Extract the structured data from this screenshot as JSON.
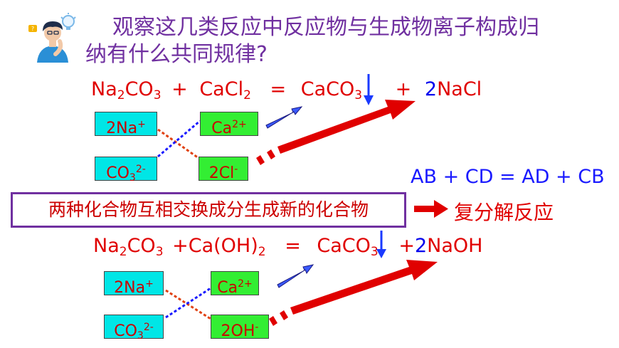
{
  "question": {
    "line1": "观察这几类反应中反应物与生成物离子构成归",
    "line2": "纳有什么共同规律?"
  },
  "eq1": {
    "r1": "Na",
    "r1s1": "2",
    "r1b": "CO",
    "r1s2": "3",
    "plus1": "+",
    "r2": "CaCl",
    "r2s": "2",
    "eq": "=",
    "p1": "CaCO",
    "p1s": "3",
    "plus2": "+",
    "coef": "2",
    "p2": "NaCl"
  },
  "eq2": {
    "r1": "Na",
    "r1s1": "2",
    "r1b": "CO",
    "r1s2": "3",
    "plus1": "+",
    "r2": "Ca(OH)",
    "r2s": "2",
    "eq": "=",
    "p1": "CaCO",
    "p1s": "3",
    "plus2": "+",
    "coef": "2",
    "p2": "NaOH"
  },
  "ions1": {
    "na": "2Na",
    "na_sup": "+",
    "co3": "CO",
    "co3_sub": "3",
    "co3_sup": "2-",
    "ca": "Ca",
    "ca_sup": "2+",
    "cl": "2Cl",
    "cl_sup": "-"
  },
  "ions2": {
    "na": "2Na",
    "na_sup": "+",
    "co3": "CO",
    "co3_sub": "3",
    "co3_sup": "2-",
    "ca": "Ca",
    "ca_sup": "2+",
    "oh": "2OH",
    "oh_sup": "-"
  },
  "general_formula": "AB + CD = AD + CB",
  "rule": "两种化合物互相交换成分生成新的化合物",
  "result": "复分解反应",
  "colors": {
    "title": "#7030a0",
    "red": "#e00000",
    "blue": "#1a1aff",
    "cyan": "#00e6e6",
    "green": "#33ee33"
  },
  "icons": [
    "thinking-person-icon"
  ]
}
